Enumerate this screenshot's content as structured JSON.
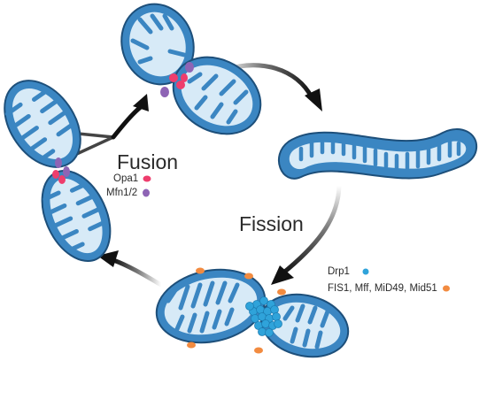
{
  "labels": {
    "fusion": "Fusion",
    "fission": "Fission",
    "opa1": "Opa1",
    "mfn": "Mfn1/2",
    "drp1": "Drp1",
    "fis1": "FIS1, Mff, MiD49, Mid51"
  },
  "colors": {
    "outer_membrane": "#3b86c2",
    "outline": "#1d4f7a",
    "matrix": "#d7eaf7",
    "opa1": "#ee3d6d",
    "mfn": "#8e64b5",
    "drp1": "#2fa3da",
    "adaptor": "#f28b40",
    "arrow": "#111111"
  }
}
